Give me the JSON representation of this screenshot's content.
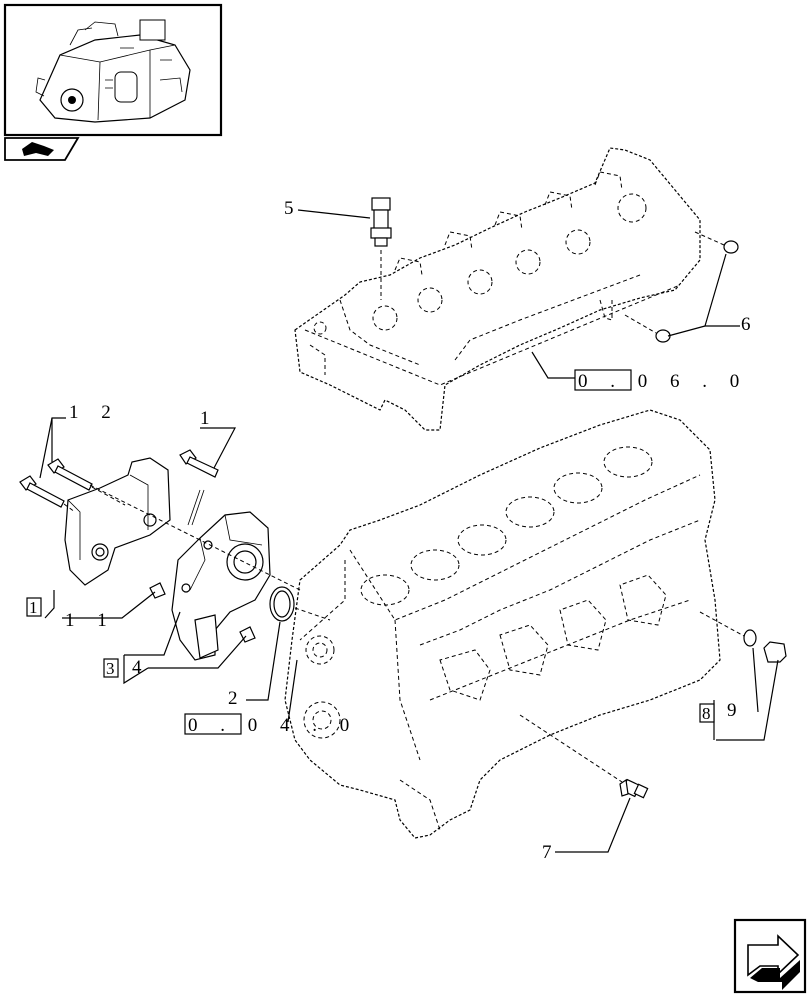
{
  "callouts": {
    "c5": "5",
    "c6": "6",
    "c12": "1 2",
    "c1": "1",
    "c11": "1 1",
    "c4": "4",
    "c2": "2",
    "c9": "9",
    "c7": "7"
  },
  "refs": {
    "head_ref": "0 . 0 6 . 0",
    "block_ref": "0 . 0 4 . 0",
    "box1": "1",
    "box3": "3",
    "box8": "8"
  },
  "icons": {
    "thumbnail": "engine-thumbnail-icon",
    "book": "book-tab-icon",
    "next": "next-page-arrow-icon"
  }
}
